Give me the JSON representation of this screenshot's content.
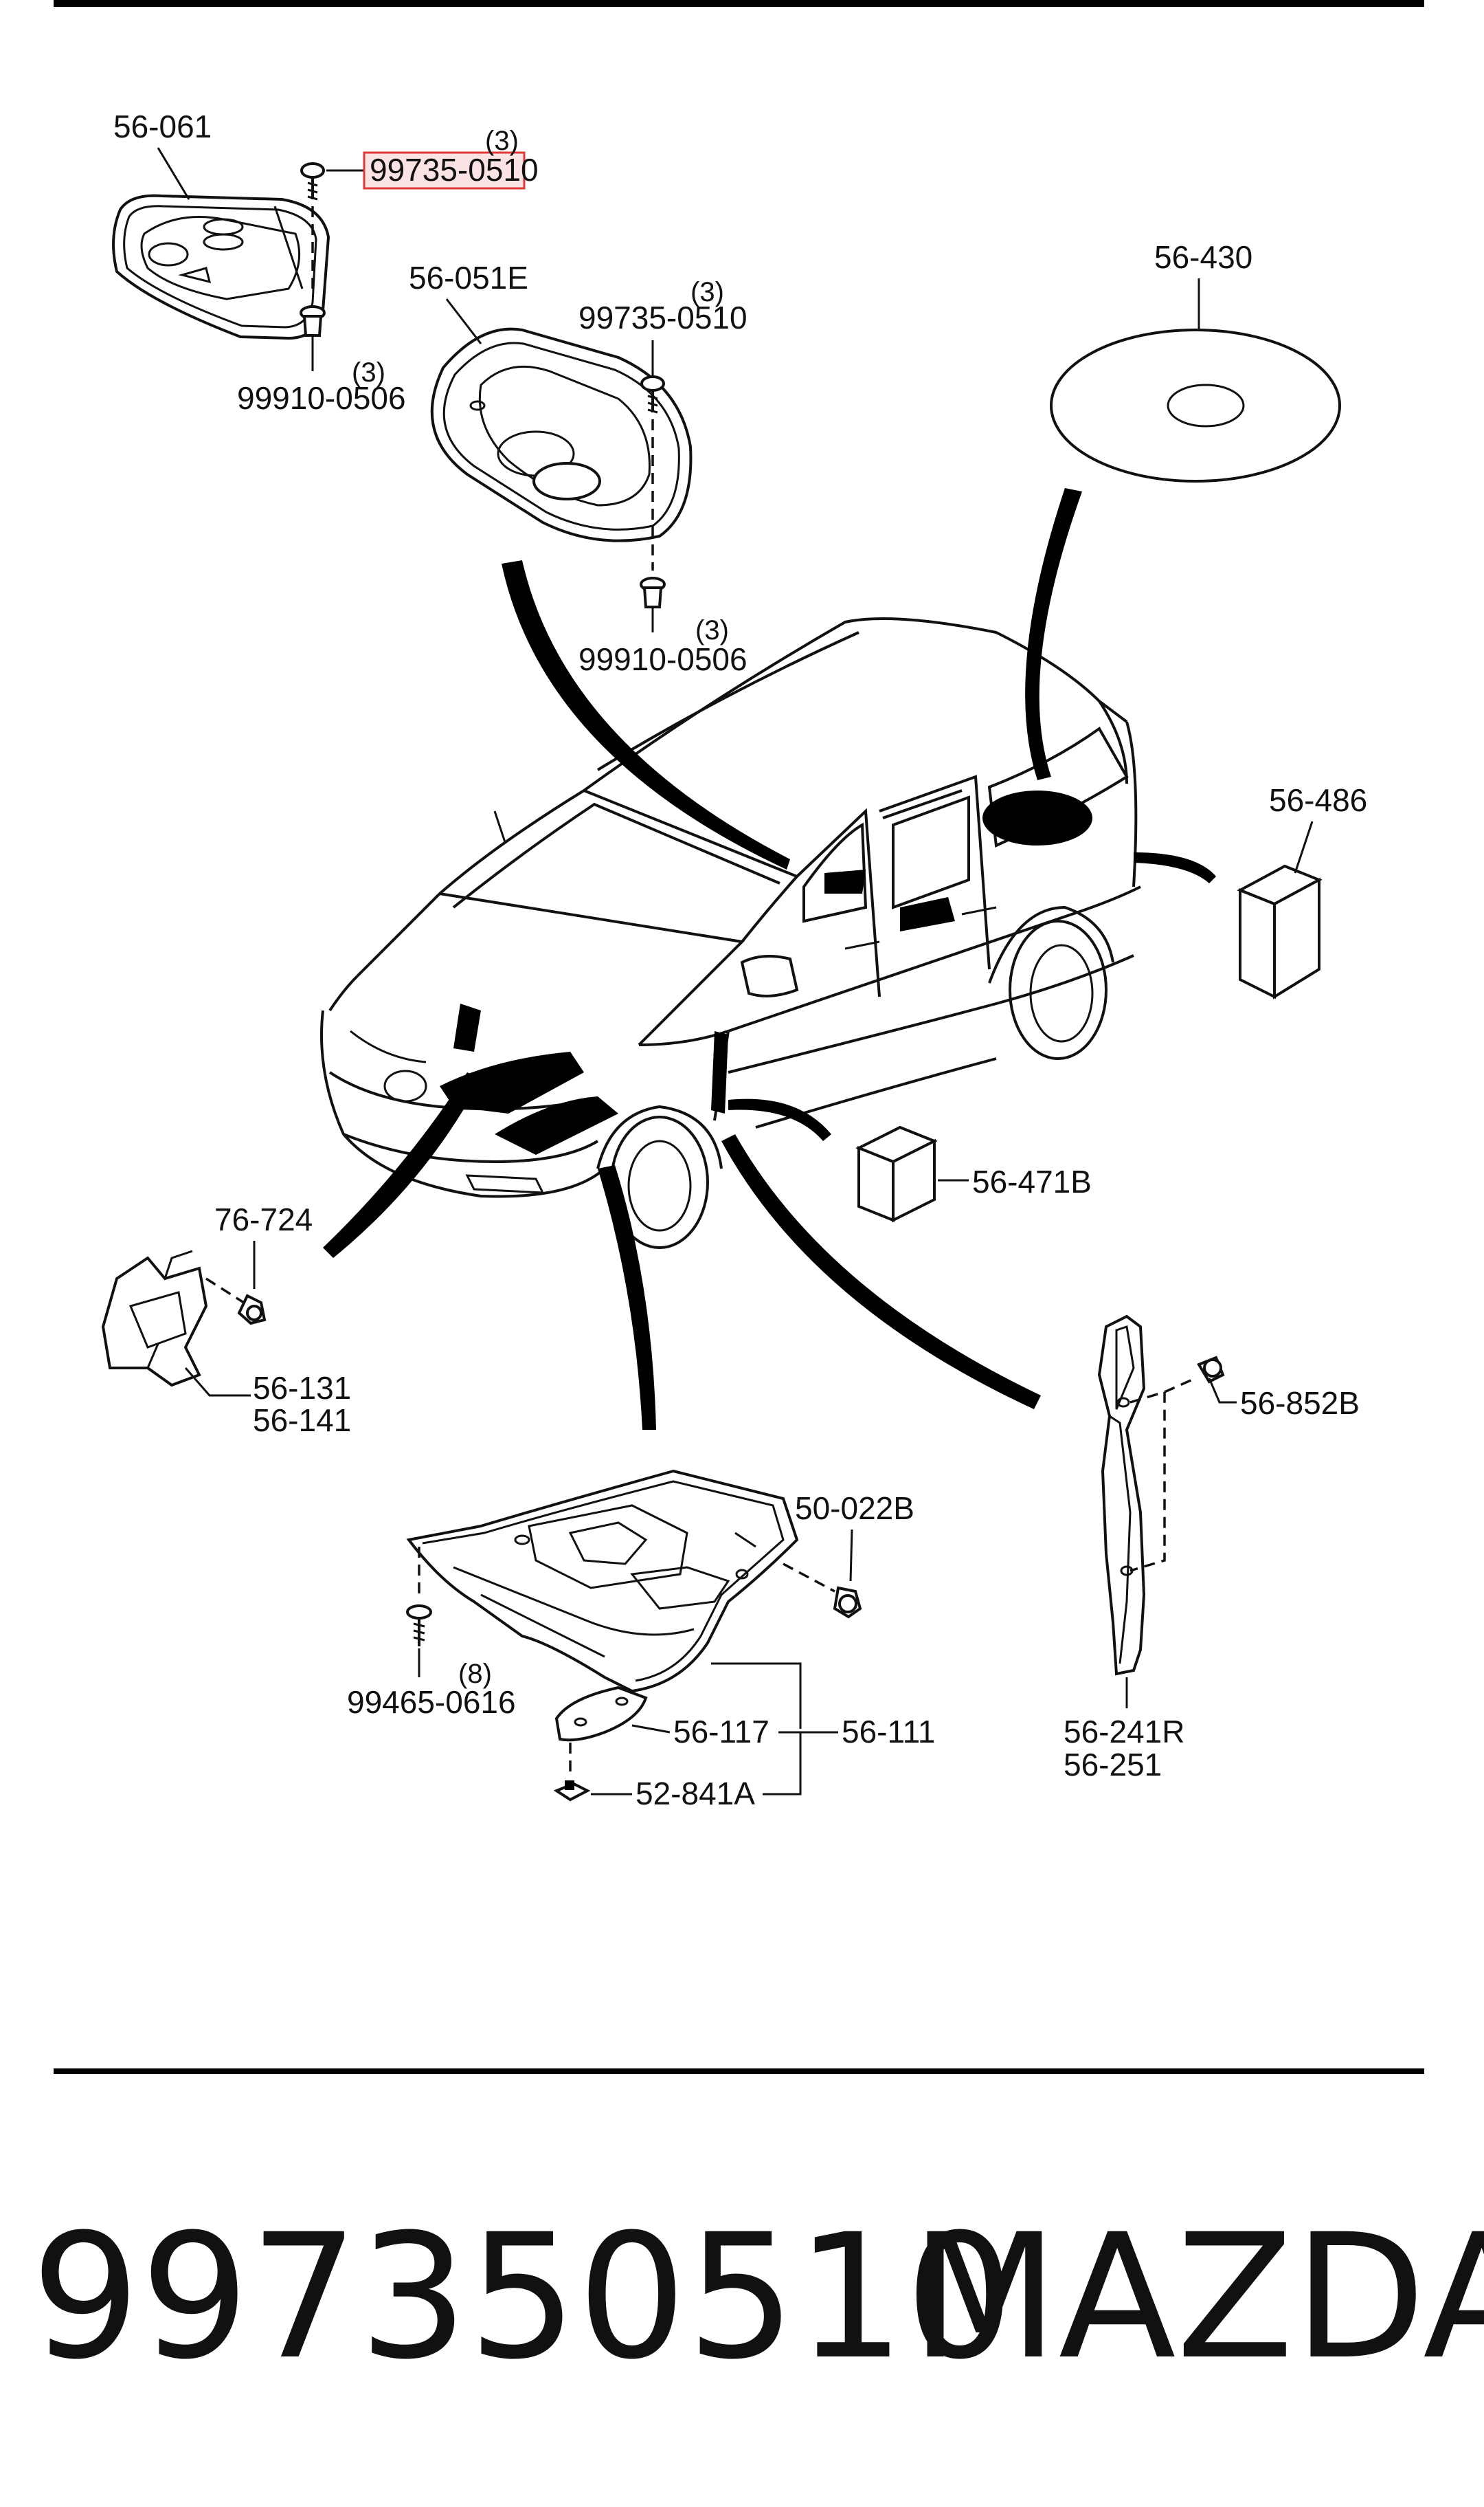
{
  "colors": {
    "ink": "#111111",
    "background": "#ffffff",
    "highlight": "#e03a3a",
    "highlight_fill": "#fbe3e3"
  },
  "callouts": {
    "p56_061": "56-061",
    "p99735_0510_a": "99735-0510",
    "p99735_0510_a_qty": "(3)",
    "p99910_0506_a": "99910-0506",
    "p99910_0506_a_qty": "(3)",
    "p56_051E": "56-051E",
    "p99735_0510_b": "99735-0510",
    "p99735_0510_b_qty": "(3)",
    "p99910_0506_b": "99910-0506",
    "p99910_0506_b_qty": "(3)",
    "p56_430": "56-430",
    "p56_486": "56-486",
    "p56_471B": "56-471B",
    "p76_724": "76-724",
    "p56_131": "56-131",
    "p56_141": "56-141",
    "p50_022B": "50-022B",
    "p99465_0616": "99465-0616",
    "p99465_0616_qty": "(8)",
    "p56_117": "56-117",
    "p56_111": "56-111",
    "p52_841A": "52-841A",
    "p56_852B": "56-852B",
    "p56_241R": "56-241R",
    "p56_251": "56-251"
  },
  "footer": {
    "part_number": "997350510",
    "brand": "MAZDA"
  }
}
